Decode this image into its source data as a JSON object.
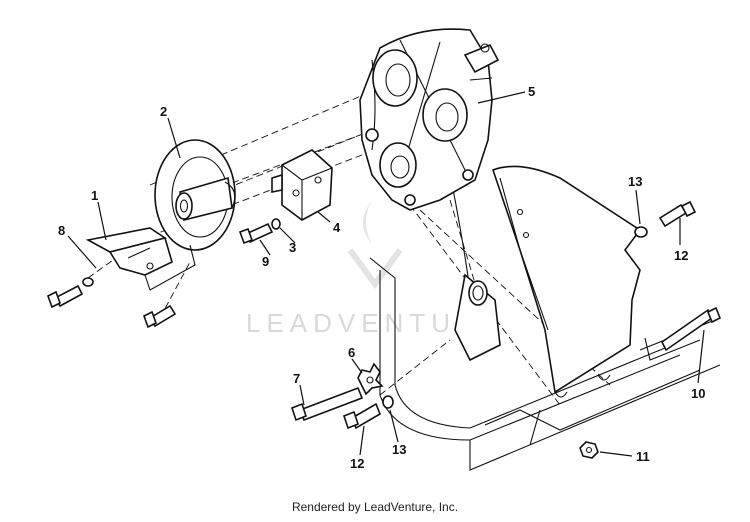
{
  "watermark": "LEADVENTURE",
  "footer": "Rendered by LeadVenture, Inc.",
  "callouts": {
    "c1": "1",
    "c2": "2",
    "c3": "3",
    "c4": "4",
    "c5": "5",
    "c6": "6",
    "c7": "7",
    "c8": "8",
    "c9": "9",
    "c10": "10",
    "c11": "11",
    "c12a": "12",
    "c12b": "12",
    "c13a": "13",
    "c13b": "13"
  }
}
